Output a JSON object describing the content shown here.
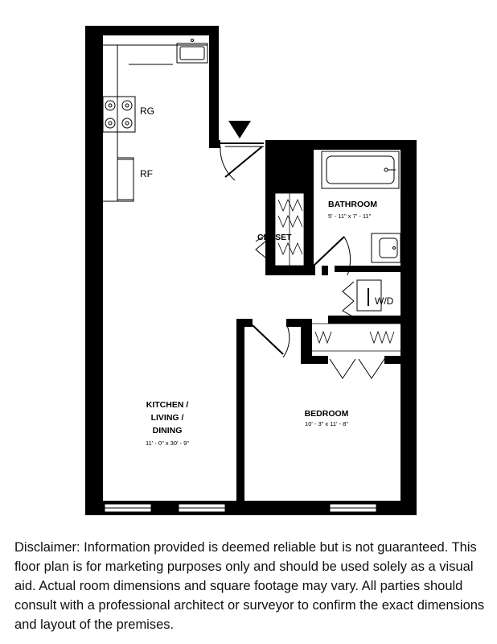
{
  "rooms": {
    "kitchen_living": {
      "name_lines": [
        "KITCHEN /",
        "LIVING /",
        "DINING"
      ],
      "dimensions": "11' - 0\" x 30' - 9\""
    },
    "bathroom": {
      "name": "BATHROOM",
      "dimensions": "5' - 11\" x 7' - 11\""
    },
    "bedroom": {
      "name": "BEDROOM",
      "dimensions": "10' - 3\" x 11' - 8\""
    },
    "closet": {
      "name": "CLOSET"
    }
  },
  "appliances": {
    "range": "RG",
    "refrigerator": "RF",
    "washer_dryer": "W/D"
  },
  "entry_marker": "entry-arrow",
  "disclaimer": "Disclaimer: Information provided is deemed reliable but is not guaranteed. This floor plan is for marketing purposes only and should be used solely as a visual aid. Actual room dimensions and square footage may vary. All parties should consult with a professional architect or surveyor to confirm the exact dimensions and layout of the premises."
}
